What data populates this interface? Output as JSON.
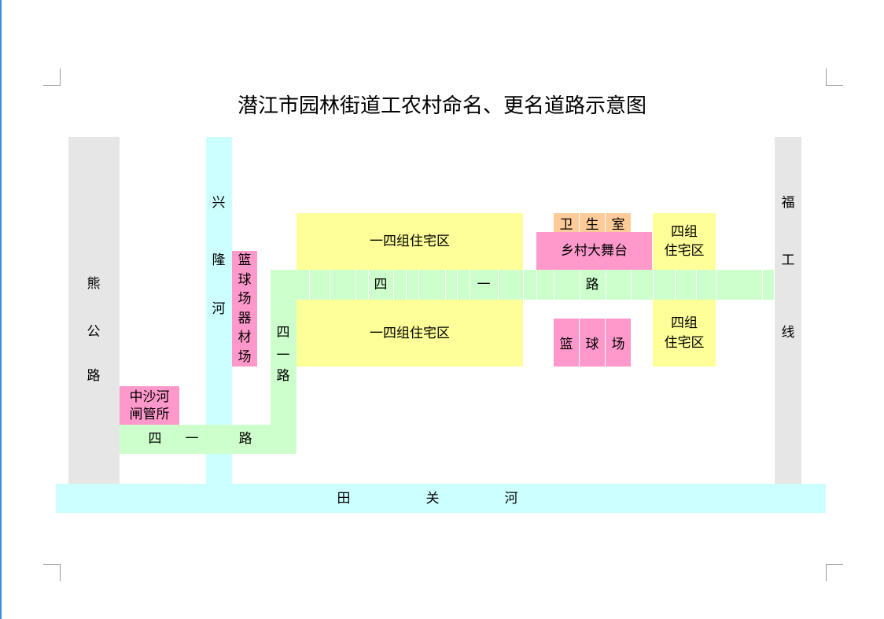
{
  "title": "潜江市园林街道工农村命名、更名道路示意图",
  "roads": {
    "xiong_gong_lu": [
      "熊",
      "公",
      "路"
    ],
    "fu_gong_xian": [
      "福",
      "工",
      "线"
    ],
    "siyi_lu_horizontal": [
      "四",
      "一",
      "路"
    ],
    "siyi_lu_vertical": [
      "四",
      "一",
      "路"
    ],
    "siyi_lu_bottom": [
      "四",
      "一",
      "路"
    ]
  },
  "rivers": {
    "xinglong_he": [
      "兴",
      "隆",
      "河"
    ],
    "tianguan_he": [
      "田",
      "关",
      "河"
    ]
  },
  "places": {
    "equipment_yard": [
      "篮",
      "球",
      "场",
      "器",
      "材",
      "场"
    ],
    "sluice_station": "中沙河\n闸管所",
    "zone_14_top": "一四组住宅区",
    "zone_14_bottom": "一四组住宅区",
    "clinic": [
      "卫",
      "生",
      "室"
    ],
    "stage": "乡村大舞台",
    "zone_4_top": [
      "四组",
      "住宅区"
    ],
    "zone_4_bottom": [
      "四组",
      "住宅区"
    ],
    "court": [
      "篮",
      "球",
      "场"
    ]
  },
  "colors": {
    "road": "#e6e6e6",
    "river": "#ccffff",
    "new_road": "#ccffcc",
    "facility": "#ff99cc",
    "residential": "#ffff99",
    "clinic": "#ffcc99"
  }
}
